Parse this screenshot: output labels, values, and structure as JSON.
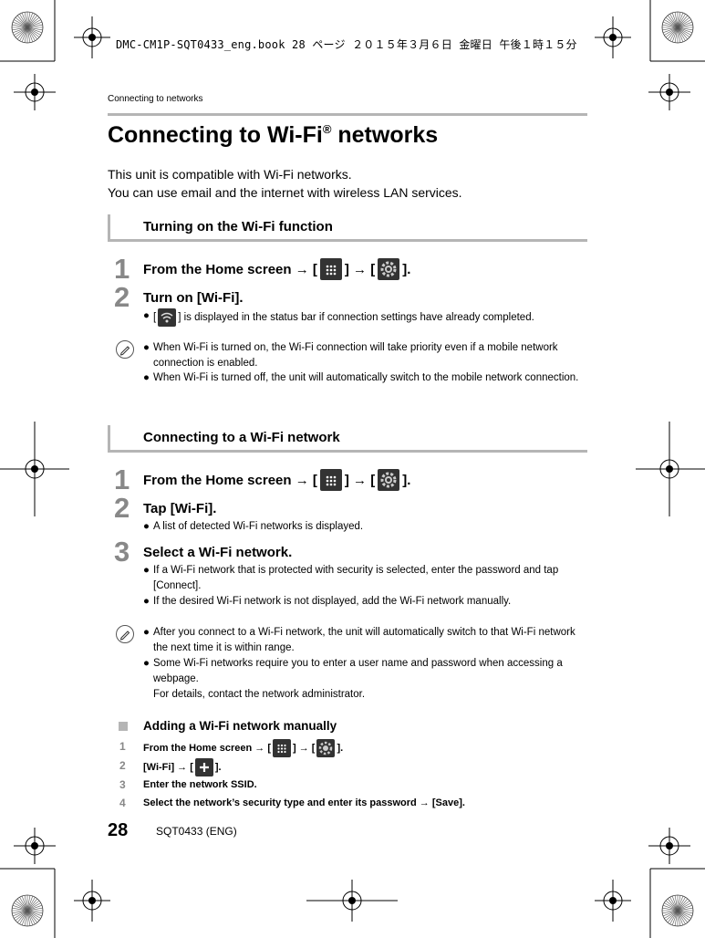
{
  "print_header": "DMC-CM1P-SQT0433_eng.book  28 ページ  ２０１５年３月６日  金曜日  午後１時１５分",
  "running_head": "Connecting to networks",
  "title": {
    "main": "Connecting to Wi-Fi",
    "registered": "®",
    "rest": " networks"
  },
  "intro": [
    "This unit is compatible with Wi-Fi networks.",
    "You can use email and the internet with wireless LAN services."
  ],
  "section1": {
    "heading": "Turning on the Wi-Fi function",
    "step1": {
      "num": "1",
      "text_a": "From the Home screen → [",
      "text_b": "] → [",
      "text_c": "]."
    },
    "step2": {
      "num": "2",
      "text": "Turn on [Wi-Fi].",
      "bullet_a": "[",
      "bullet_b": "] is displayed in the status bar if connection settings have already completed."
    },
    "notes": [
      "When Wi-Fi is turned on, the Wi-Fi connection will take priority even if a mobile network connection is enabled.",
      "When Wi-Fi is turned off, the unit will automatically switch to the mobile network connection."
    ]
  },
  "section2": {
    "heading": "Connecting to a Wi-Fi network",
    "step1": {
      "num": "1",
      "text_a": "From the Home screen → [",
      "text_b": "] → [",
      "text_c": "]."
    },
    "step2": {
      "num": "2",
      "text": "Tap [Wi-Fi].",
      "bullet": "A list of detected Wi-Fi networks is displayed."
    },
    "step3": {
      "num": "3",
      "text": "Select a Wi-Fi network.",
      "bullets": [
        "If a Wi-Fi network that is protected with security is selected, enter the password and tap [Connect].",
        "If the desired Wi-Fi network is not displayed, add the Wi-Fi network manually."
      ]
    },
    "notes": [
      "After you connect to a Wi-Fi network, the unit will automatically switch to that Wi-Fi network the next time it is within range.",
      "Some Wi-Fi networks require you to enter a user name and password when accessing a webpage.",
      "For details, contact the network administrator."
    ]
  },
  "manual": {
    "heading": "Adding a Wi-Fi network manually",
    "steps": [
      {
        "num": "1",
        "a": "From the Home screen → [",
        "b": "] → [",
        "c": "]."
      },
      {
        "num": "2",
        "a": "[Wi-Fi] → [",
        "c": "]."
      },
      {
        "num": "3",
        "a": "Enter the network SSID."
      },
      {
        "num": "4",
        "a": "Select the network’s security type and enter its password → [Save]."
      }
    ]
  },
  "bullet_char": "●",
  "footer": {
    "page_number": "28",
    "code": "SQT0433 (ENG)"
  }
}
